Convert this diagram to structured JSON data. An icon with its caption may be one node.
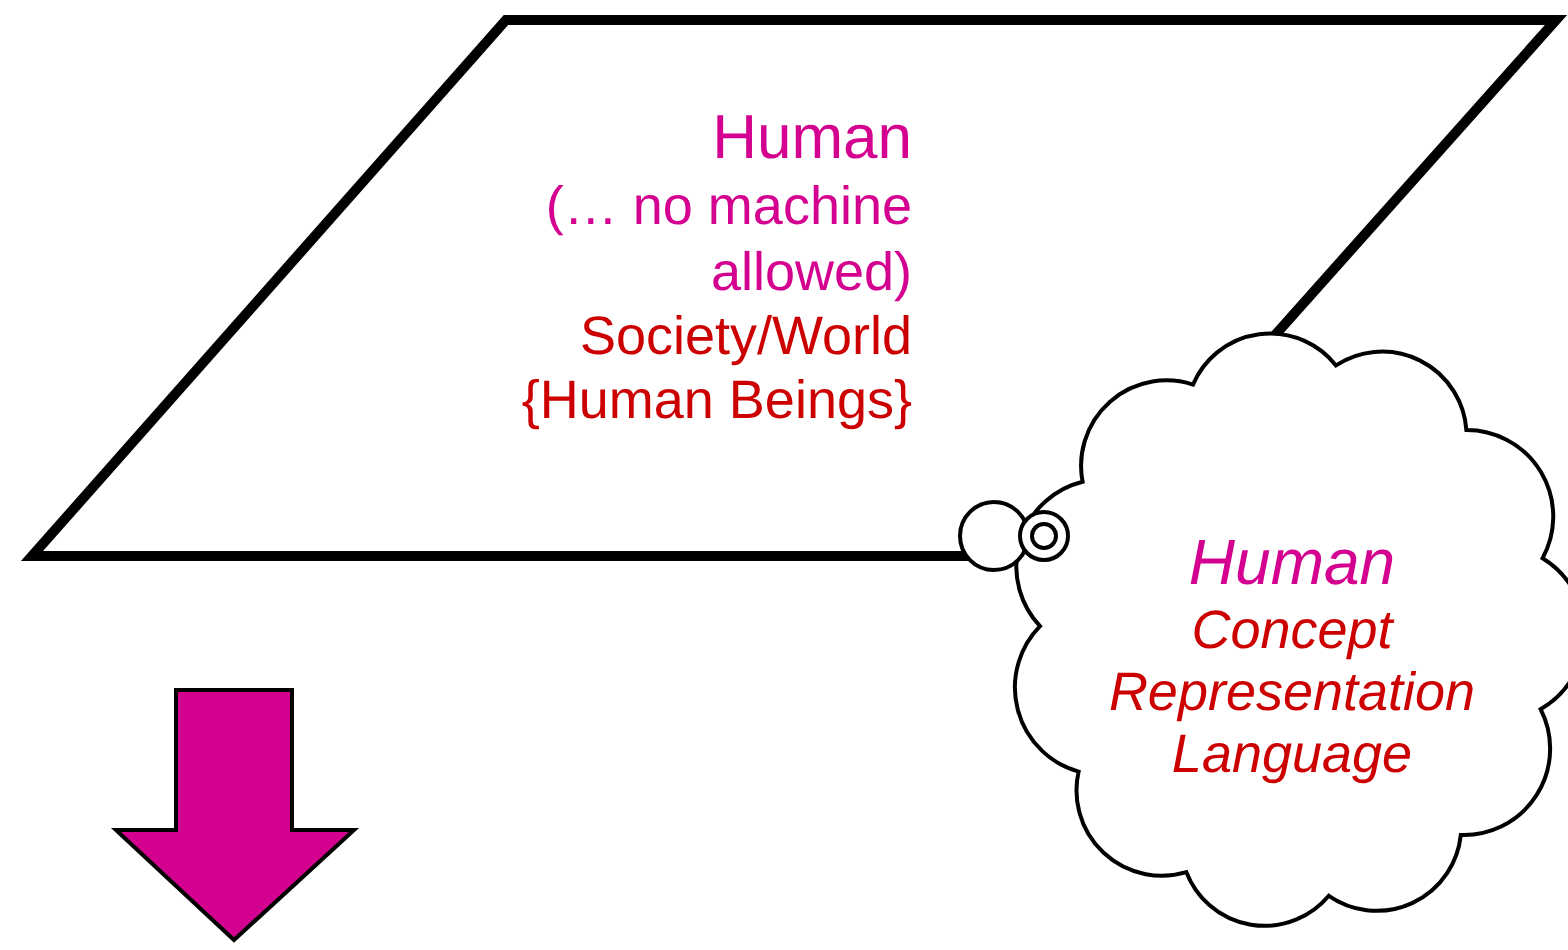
{
  "diagram": {
    "nodes": [
      {
        "text": [
          "Human",
          "(… no machine allowed)",
          "Society/World",
          "{Human Beings}"
        ]
      },
      {
        "text": [
          "Human",
          "Concept Representation Language"
        ]
      }
    ]
  }
}
